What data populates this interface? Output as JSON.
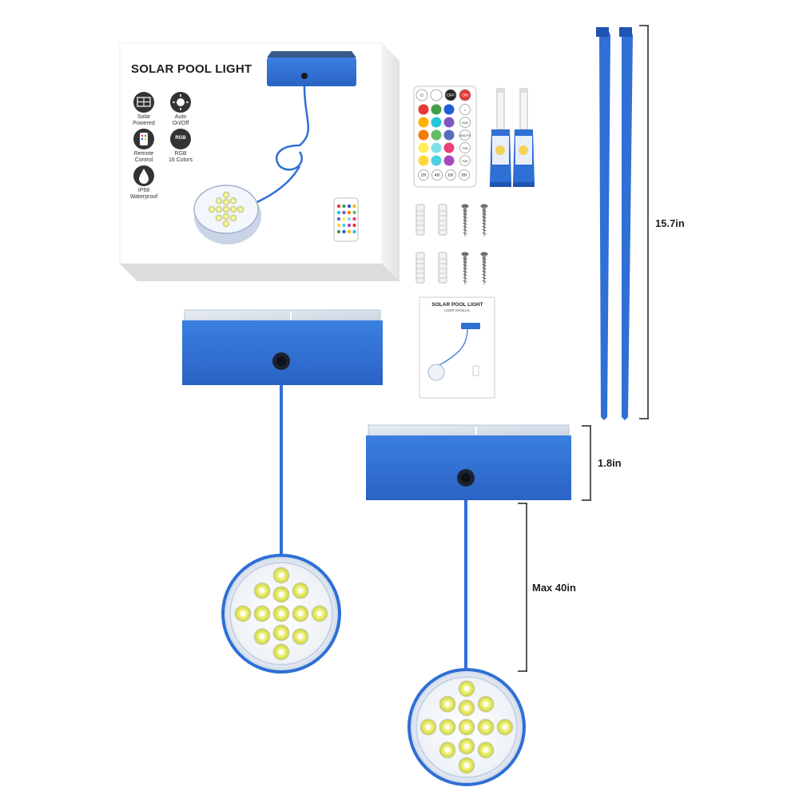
{
  "box": {
    "title": "SOLAR POOL LIGHT",
    "features": [
      {
        "icon": "solar-panel-icon",
        "label": "Solar\nPowered"
      },
      {
        "icon": "auto-on-off-icon",
        "label": "Auto\nOn/Off"
      },
      {
        "icon": "remote-control-icon",
        "label": "Remote\nControl"
      },
      {
        "icon": "rgb-icon",
        "label": "RGB\n16 Colors",
        "badge": "RGB"
      },
      {
        "icon": "waterproof-drop-icon",
        "label": "IP68\nWaterproof"
      }
    ]
  },
  "remote": {
    "top_buttons": [
      "⏻",
      "",
      "OFF",
      "ON"
    ],
    "side_labels": [
      "☀",
      "FADE",
      "SMOOTH",
      "RGB\nFADE",
      "RGB\nSMOOTH",
      "TIME\nOFF"
    ],
    "timers": [
      "2H",
      "4H",
      "6H",
      "8H"
    ],
    "colors": [
      "#e53935",
      "#43a047",
      "#1e5fd6",
      "#ffb300",
      "#26c6da",
      "#7e57c2",
      "#f57c00",
      "#66bb6a",
      "#5c6bc0",
      "#ffee58",
      "#80deea",
      "#ec407a",
      "#fdd835",
      "#4dd0e1",
      "#ab47bc"
    ]
  },
  "manual": {
    "title": "SOLAR POOL LIGHT",
    "subtitle": "USER MANUAL"
  },
  "dimensions": {
    "strap_length": "15.7in",
    "solar_box_height": "1.8in",
    "cable_length": "Max 40in"
  },
  "colors": {
    "housing_blue": "#2f6fd6",
    "dark_blue": "#1f55b0",
    "led_yellow": "#f2f27a"
  }
}
